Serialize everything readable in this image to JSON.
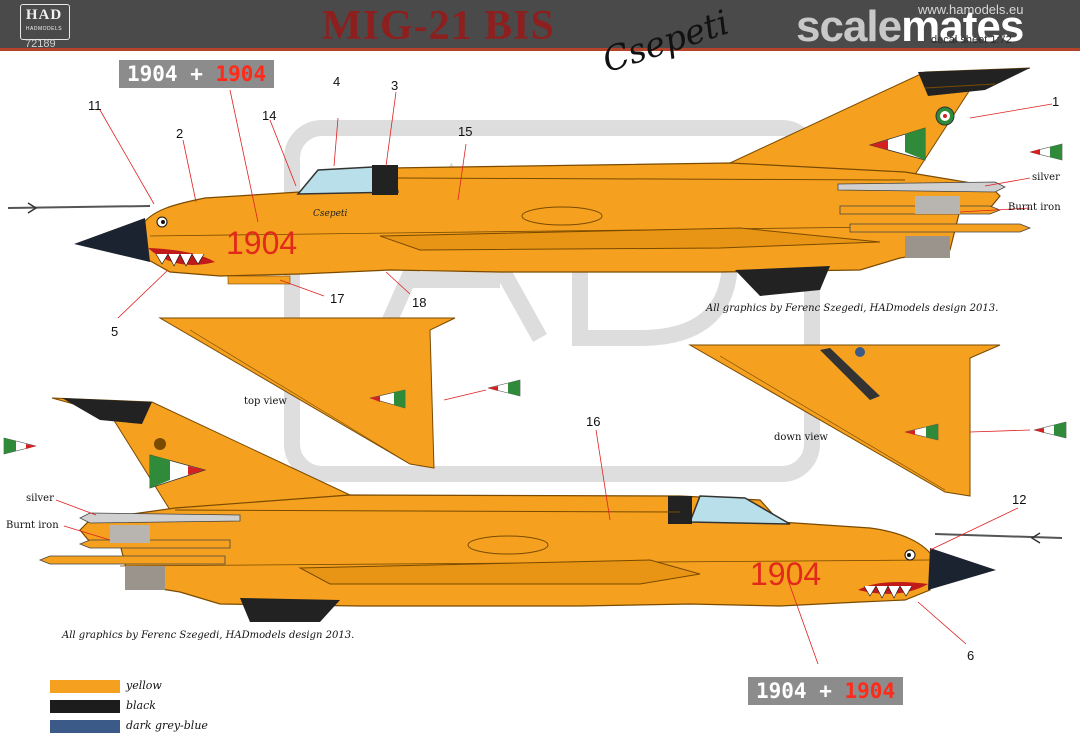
{
  "header": {
    "logo": "HAD",
    "logo_sub": "HADMODELS",
    "code": "72189",
    "title": "MIG-21 BIS",
    "signature": "Csepeti",
    "website": "www.hamodels.eu",
    "brand_scale": "scale",
    "brand_mates": "mates",
    "sheet_note": "decal sheet 1:72"
  },
  "serials": {
    "top": {
      "first": "1904",
      "plus": " + ",
      "second": "1904"
    },
    "bottom": {
      "first": "1904",
      "plus": " + ",
      "second": "1904"
    }
  },
  "aircraft_markings": {
    "top_nose_number": "1904",
    "bottom_nose_number": "1904",
    "top_nose_nickname": "Csepeti"
  },
  "callouts": [
    "1",
    "2",
    "3",
    "4",
    "5",
    "6",
    "11",
    "12",
    "14",
    "15",
    "16",
    "17",
    "18"
  ],
  "notes": {
    "silver_top": "silver",
    "burnt_iron_top": "Burnt iron",
    "silver_bottom": "silver",
    "burnt_iron_bottom": "Burnt iron",
    "top_view": "top view",
    "down_view": "down view"
  },
  "credits": {
    "top": "All graphics by Ferenc Szegedi, HADmodels design 2013.",
    "bottom": "All graphics by Ferenc Szegedi, HADmodels design 2013."
  },
  "legend": [
    {
      "label": "yellow",
      "color": "#f5a11f"
    },
    {
      "label": "black",
      "color": "#1c1c1c"
    },
    {
      "label": "dark grey-blue",
      "color": "#3b5a88"
    }
  ],
  "colors": {
    "header_bg": "#4a4a4a",
    "title": "#8e1f1f",
    "aircraft_yellow": "#f5a11f",
    "serial_red": "#ff2a1a",
    "flag_red": "#d42020",
    "flag_green": "#2f8a3a"
  }
}
